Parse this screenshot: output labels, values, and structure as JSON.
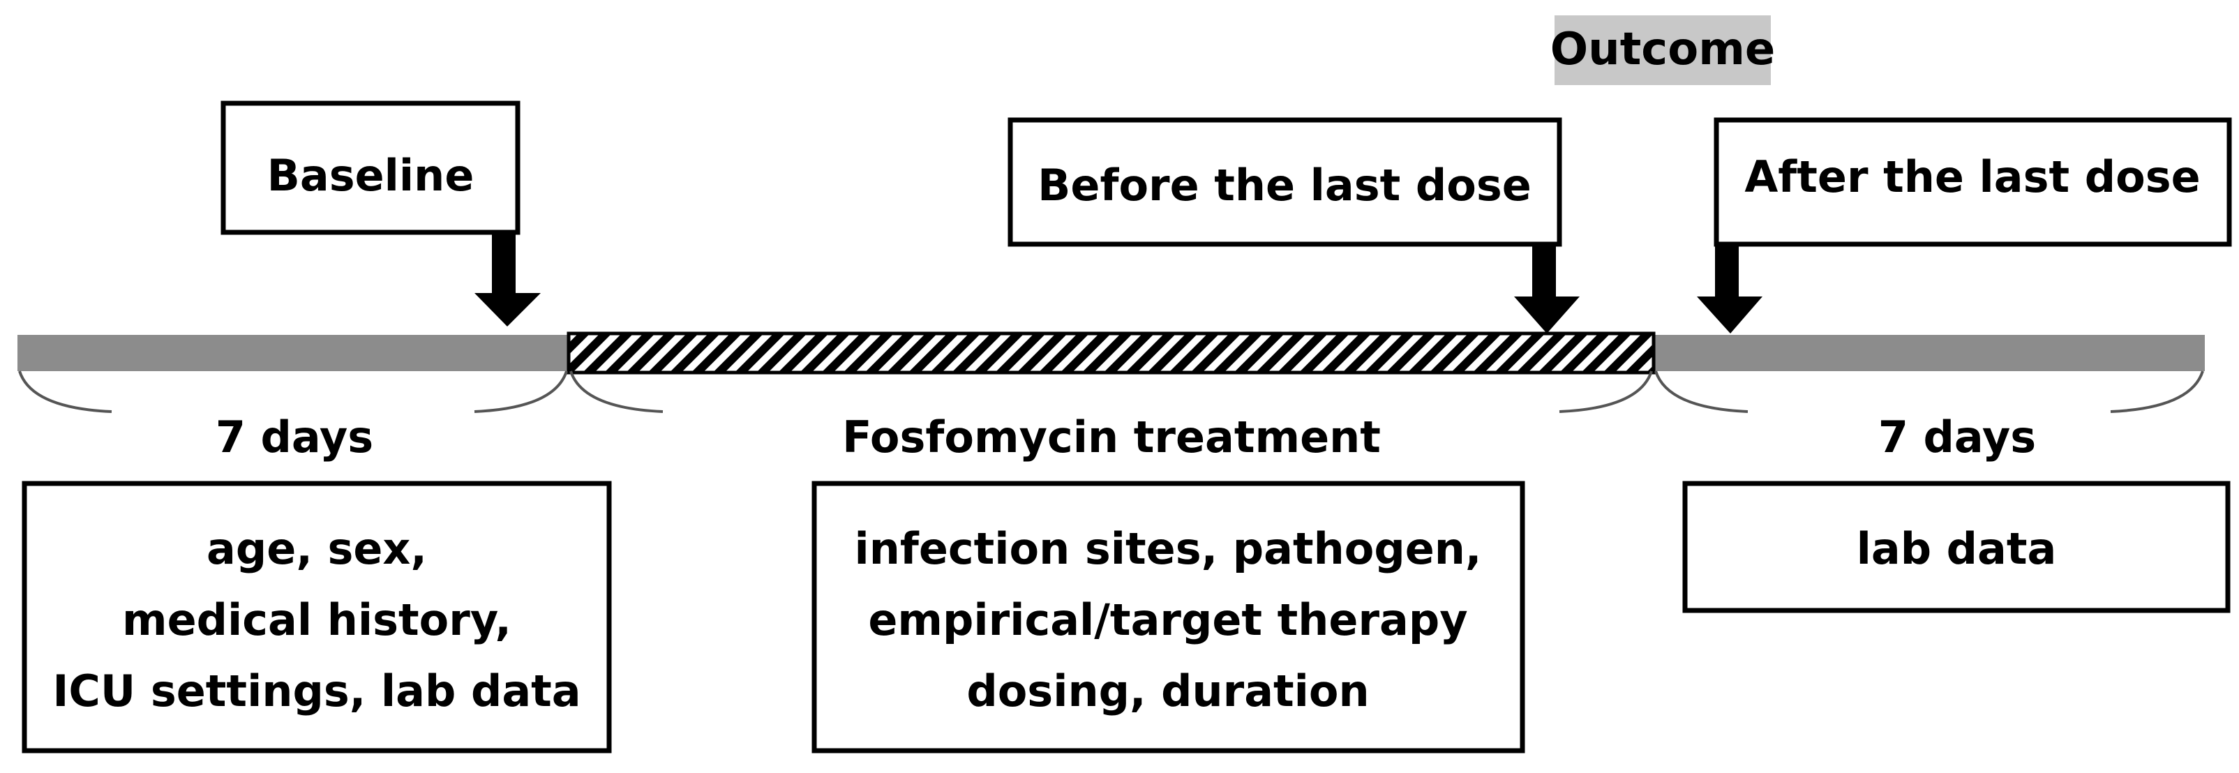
{
  "outcome_label": "Outcome",
  "timepoints": {
    "baseline": "Baseline",
    "before_last_dose": "Before the last dose",
    "after_last_dose": "After the last dose"
  },
  "periods": {
    "pre": "7 days",
    "treatment": "Fosfomycin treatment",
    "post": "7 days"
  },
  "data_boxes": {
    "pre": [
      "age, sex,",
      "medical history,",
      "ICU settings, lab data"
    ],
    "treatment": [
      "infection sites, pathogen,",
      "empirical/target therapy",
      "dosing, duration"
    ],
    "post": [
      "lab data"
    ]
  },
  "colors": {
    "timeline_gray": "#8c8c8c",
    "outcome_highlight": "#c8c8c8",
    "stripe_dark": "#000000",
    "stripe_light": "#ffffff"
  }
}
